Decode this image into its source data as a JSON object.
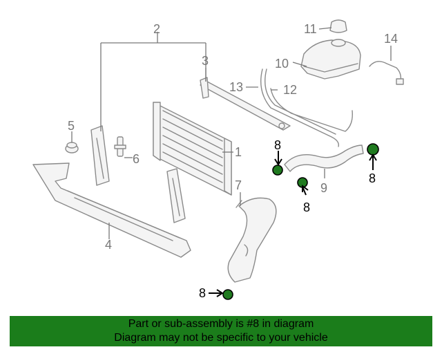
{
  "colors": {
    "highlight": "#1f7a1f",
    "banner_bg": "#1b7d1b",
    "part_stroke": "#8a8a8a",
    "callout_text": "#777777"
  },
  "callouts": [
    {
      "id": "2",
      "label": "2"
    },
    {
      "id": "3",
      "label": "3"
    },
    {
      "id": "1",
      "label": "1"
    },
    {
      "id": "4",
      "label": "4"
    },
    {
      "id": "5",
      "label": "5"
    },
    {
      "id": "6",
      "label": "6"
    },
    {
      "id": "7",
      "label": "7"
    },
    {
      "id": "9",
      "label": "9"
    },
    {
      "id": "10",
      "label": "10"
    },
    {
      "id": "11",
      "label": "11"
    },
    {
      "id": "12",
      "label": "12"
    },
    {
      "id": "13",
      "label": "13"
    },
    {
      "id": "14",
      "label": "14"
    }
  ],
  "highlighted_part": {
    "label": "8",
    "occurrences": 4
  },
  "banner": {
    "line1": "Part or sub-assembly is #8 in diagram",
    "line2": "Diagram may not be specific to your vehicle"
  }
}
